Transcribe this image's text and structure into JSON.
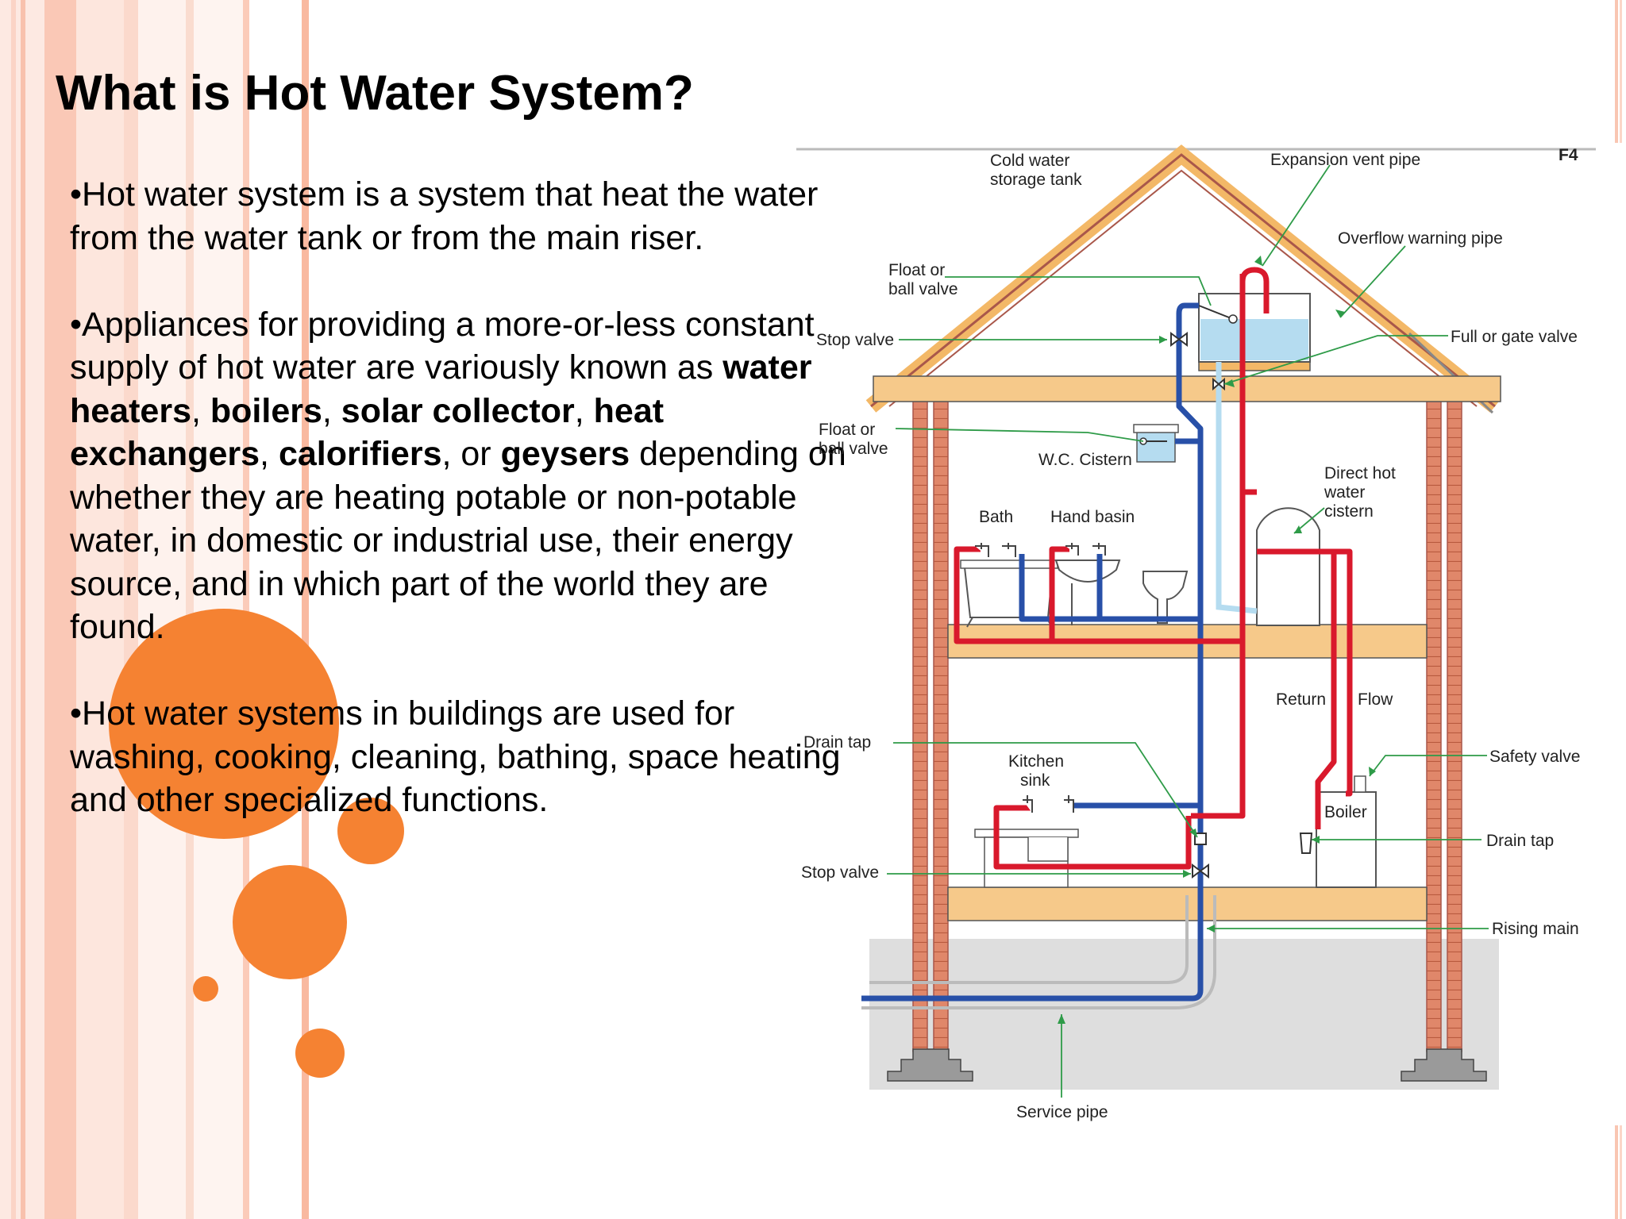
{
  "slide": {
    "title": "What is Hot Water System?",
    "colors": {
      "accent_orange": "#f58232",
      "accent_pink": "#f9c6b2",
      "hot_pipe": "#d9192c",
      "cold_pipe": "#2850a8",
      "leader_line": "#2e9b48"
    }
  },
  "bullets": [
    {
      "text": "•Hot water system is a system that heat the water from the water tank or from the main riser."
    },
    {
      "t1": "•Appliances for providing a more-or-less constant supply of hot water are variously known as ",
      "b1": "water heaters",
      "t2": ", ",
      "b2": "boilers",
      "t3": ", ",
      "b3": "solar collector",
      "t4": ", ",
      "b4": "heat exchangers",
      "t5": ", ",
      "b5": "calorifiers",
      "t6": ", or ",
      "b6": "geysers",
      "t7": " depending on whether they are heating potable or non-potable water, in domestic or industrial use, their energy source, and in which part of the world they are found."
    },
    {
      "text": "•Hot water systems in buildings are used for washing, cooking, cleaning, bathing, space heating and other specialized functions."
    }
  ],
  "diagram": {
    "figure_tag": "F4",
    "labels": {
      "cold_water_1": "Cold water",
      "cold_water_2": "storage tank",
      "expansion_vent": "Expansion vent pipe",
      "overflow": "Overflow warning pipe",
      "float_top_1": "Float or",
      "float_top_2": "ball valve",
      "stop_valve_top": "Stop valve",
      "full_gate_valve": "Full or gate valve",
      "float_mid_1": "Float or",
      "float_mid_2": "ball valve",
      "wc_cistern": "W.C. Cistern",
      "direct_hot_1": "Direct hot",
      "direct_hot_2": "water",
      "direct_hot_3": "cistern",
      "bath": "Bath",
      "hand_basin": "Hand basin",
      "return": "Return",
      "flow": "Flow",
      "drain_tap_left": "Drain tap",
      "kitchen_1": "Kitchen",
      "kitchen_2": "sink",
      "safety_valve": "Safety valve",
      "boiler": "Boiler",
      "drain_tap_right": "Drain tap",
      "stop_valve_bottom": "Stop valve",
      "rising_main": "Rising main",
      "service_pipe": "Service pipe"
    }
  }
}
